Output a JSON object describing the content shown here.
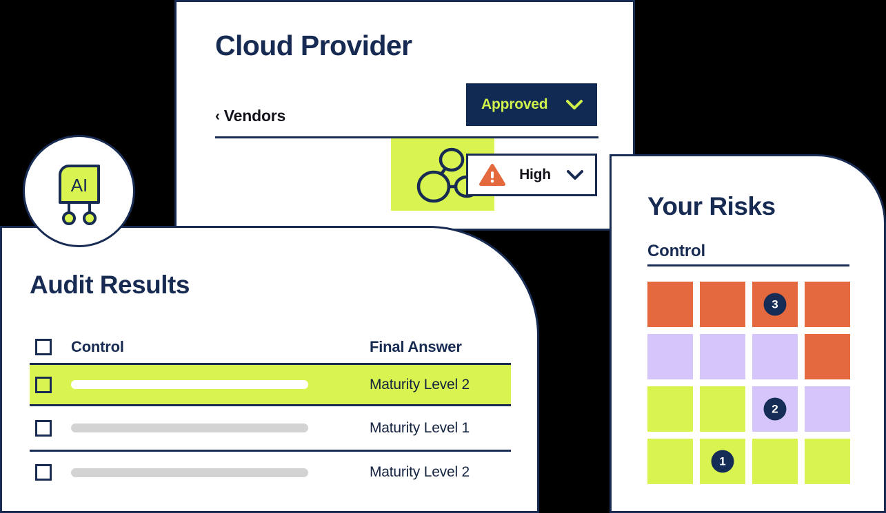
{
  "colors": {
    "background": "#000000",
    "navy": "#182B52",
    "lime": "#D9F450",
    "orange": "#E4693F",
    "purple": "#D6C5FB",
    "white": "#FFFFFF",
    "grey_bar": "#D3D3D3"
  },
  "cloud_provider": {
    "title": "Cloud Provider",
    "breadcrumb_chevron": "‹",
    "breadcrumb_label": "Vendors",
    "vendor_icon_name": "network-nodes-icon",
    "status_select": {
      "value": "Approved",
      "chevron": "chevron-down-icon"
    },
    "risk_select": {
      "value": "High",
      "icon": "warning-triangle-icon",
      "chevron": "chevron-down-icon"
    }
  },
  "ai_badge": {
    "label": "AI",
    "icon_name": "ai-chip-icon"
  },
  "audit_results": {
    "title": "Audit Results",
    "columns": {
      "select_all": "select-all-checkbox",
      "control": "Control",
      "final_answer": "Final Answer"
    },
    "rows": [
      {
        "checked": false,
        "control_redacted": true,
        "final_answer": "Maturity Level 2",
        "highlighted": true
      },
      {
        "checked": false,
        "control_redacted": true,
        "final_answer": "Maturity Level 1",
        "highlighted": false
      },
      {
        "checked": false,
        "control_redacted": true,
        "final_answer": "Maturity Level 2",
        "highlighted": false
      }
    ]
  },
  "your_risks": {
    "title": "Your Risks",
    "column_header": "Control",
    "grid": {
      "rows": 4,
      "cols": 4,
      "cells": [
        {
          "color": "#E4693F",
          "badge": null
        },
        {
          "color": "#E4693F",
          "badge": null
        },
        {
          "color": "#E4693F",
          "badge": "3"
        },
        {
          "color": "#E4693F",
          "badge": null
        },
        {
          "color": "#D6C5FB",
          "badge": null
        },
        {
          "color": "#D6C5FB",
          "badge": null
        },
        {
          "color": "#D6C5FB",
          "badge": null
        },
        {
          "color": "#E4693F",
          "badge": null
        },
        {
          "color": "#D9F450",
          "badge": null
        },
        {
          "color": "#D9F450",
          "badge": null
        },
        {
          "color": "#D6C5FB",
          "badge": "2"
        },
        {
          "color": "#D6C5FB",
          "badge": null
        },
        {
          "color": "#D9F450",
          "badge": null
        },
        {
          "color": "#D9F450",
          "badge": "1"
        },
        {
          "color": "#D9F450",
          "badge": null
        },
        {
          "color": "#D9F450",
          "badge": null
        }
      ]
    }
  }
}
